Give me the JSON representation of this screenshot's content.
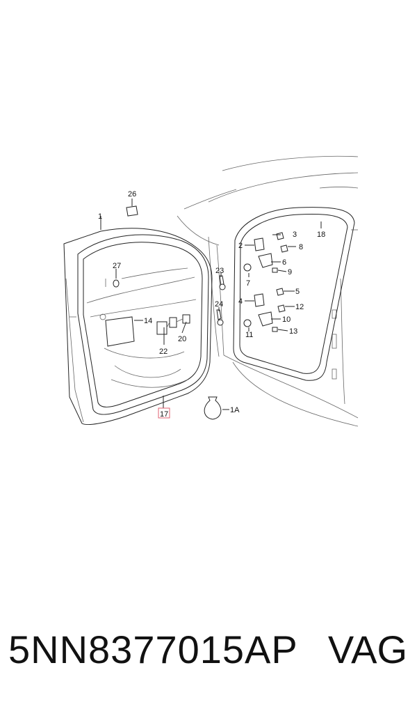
{
  "diagram": {
    "callouts": {
      "c1": "1",
      "c1a": "1A",
      "c2": "2",
      "c3": "3",
      "c4": "4",
      "c5": "5",
      "c6": "6",
      "c7": "7",
      "c8": "8",
      "c9": "9",
      "c10": "10",
      "c11": "11",
      "c12": "12",
      "c13": "13",
      "c14": "14",
      "c17": "17",
      "c18": "18",
      "c20": "20",
      "c22": "22",
      "c23": "23",
      "c24": "24",
      "c26": "26",
      "c27": "27"
    },
    "highlight_color": "#e06070"
  },
  "footer": {
    "part_number": "5NN8377015AP",
    "brand": "VAG"
  }
}
